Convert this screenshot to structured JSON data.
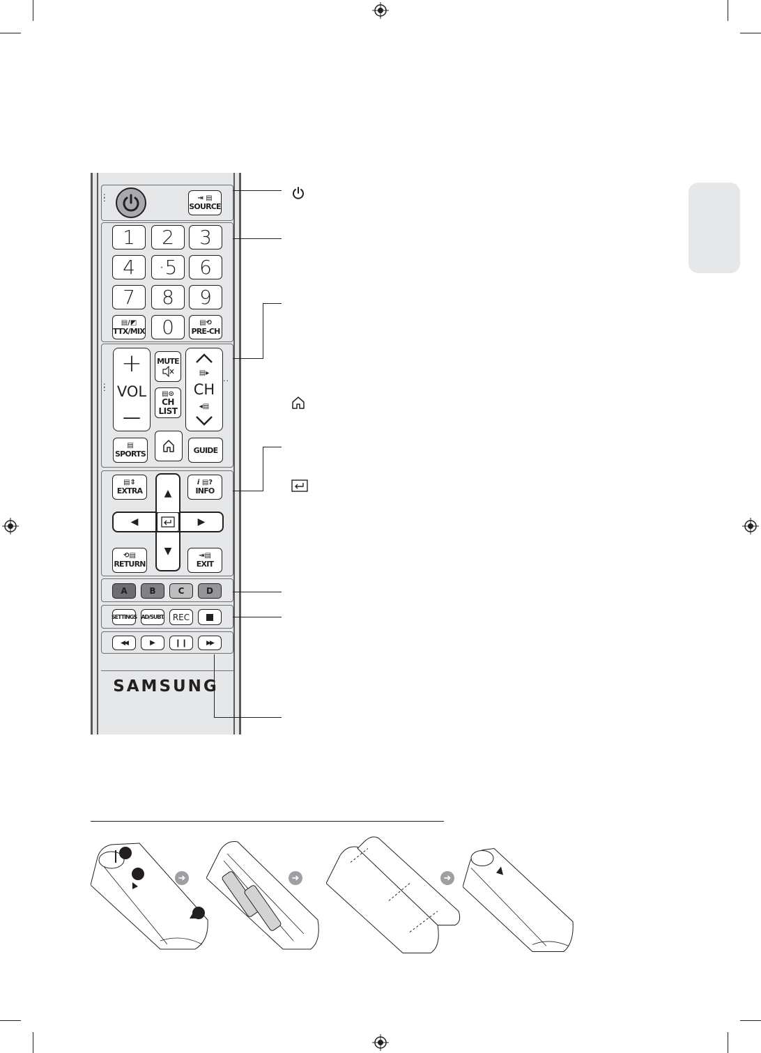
{
  "side_tab": {
    "color": "#e6e7e8"
  },
  "remote": {
    "power": {
      "icon": "power-icon"
    },
    "source": {
      "icon": "source-icon",
      "label": "SOURCE"
    },
    "number_keys": [
      "1",
      "2",
      "3",
      "4",
      "·5",
      "6",
      "7",
      "8",
      "9"
    ],
    "zero": "0",
    "ttx_mix": {
      "icon": "ttx-mix-icon",
      "label": "TTX/MIX"
    },
    "pre_ch": {
      "icon": "pre-ch-icon",
      "label": "PRE-CH"
    },
    "vol": {
      "label": "VOL",
      "plus": "+",
      "minus": "—"
    },
    "mute": {
      "label": "MUTE",
      "icon": "speaker-mute-icon"
    },
    "ch_list": {
      "icon": "ch-list-icon",
      "label_line1": "CH",
      "label_line2": "LIST"
    },
    "ch": {
      "label": "CH",
      "icon_up": "chevron-up-icon",
      "icon_down": "chevron-down-icon"
    },
    "sports": {
      "icon": "sports-icon",
      "label": "SPORTS"
    },
    "home": {
      "icon": "home-icon"
    },
    "guide": {
      "label": "GUIDE"
    },
    "extra": {
      "icon": "extra-icon",
      "label": "EXTRA"
    },
    "info": {
      "icon": "info-icon",
      "label": "INFO"
    },
    "dpad": {
      "up": "▲",
      "down": "▼",
      "left": "◀",
      "right": "▶",
      "enter_icon": "enter-icon"
    },
    "return": {
      "icon": "return-icon",
      "label": "RETURN"
    },
    "exit": {
      "icon": "exit-icon",
      "label": "EXIT"
    },
    "color_keys": [
      {
        "label": "A",
        "color": "#6d6e71"
      },
      {
        "label": "B",
        "color": "#808285"
      },
      {
        "label": "C",
        "color": "#bcbec0"
      },
      {
        "label": "D",
        "color": "#939598"
      }
    ],
    "settings": {
      "label": "SETTINGS"
    },
    "ad_subt": {
      "label": "AD/SUBT."
    },
    "rec": {
      "label": "REC"
    },
    "stop": {
      "icon": "stop-icon"
    },
    "rewind": {
      "icon": "rewind-icon"
    },
    "play": {
      "icon": "play-icon"
    },
    "pause": {
      "icon": "pause-icon"
    },
    "fast_forward": {
      "icon": "fast-forward-icon"
    },
    "brand": "SAMSUNG"
  },
  "callouts": {
    "power_icon": "power-icon",
    "home_icon": "home-icon",
    "enter_icon": "enter-icon"
  },
  "battery_steps": [
    {
      "marker_icons": [
        "step-1-marker",
        "step-2-marker",
        "step-3-marker"
      ]
    },
    {
      "marker_icons": []
    },
    {
      "marker_icons": []
    },
    {
      "marker_icons": []
    }
  ]
}
